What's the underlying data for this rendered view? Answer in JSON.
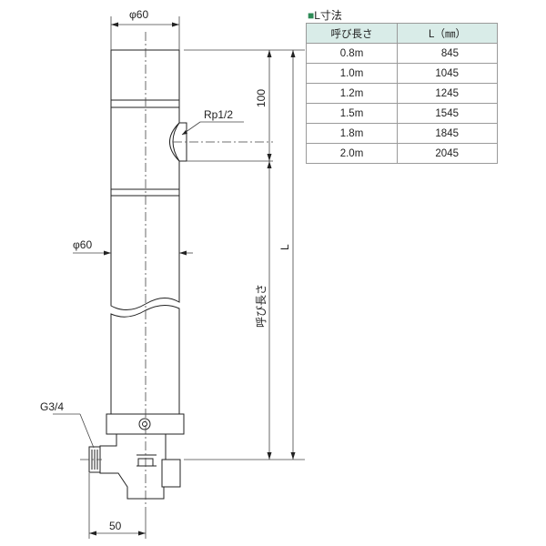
{
  "table": {
    "title": "L寸法",
    "title_marker": "■",
    "header": {
      "col1": "呼び長さ",
      "col2": "L（㎜）"
    },
    "rows": [
      {
        "length": "0.8m",
        "L": "845"
      },
      {
        "length": "1.0m",
        "L": "1045"
      },
      {
        "length": "1.2m",
        "L": "1245"
      },
      {
        "length": "1.5m",
        "L": "1545"
      },
      {
        "length": "1.8m",
        "L": "1845"
      },
      {
        "length": "2.0m",
        "L": "2045"
      }
    ],
    "header_bg": "#d9ece8"
  },
  "drawing": {
    "dia_top": "φ60",
    "dia_mid": "φ60",
    "dim_100": "100",
    "thread_rp": "Rp1/2",
    "thread_g": "G3/4",
    "dim_L": "L",
    "nominal_length": "呼び長さ",
    "dim_50": "50"
  }
}
